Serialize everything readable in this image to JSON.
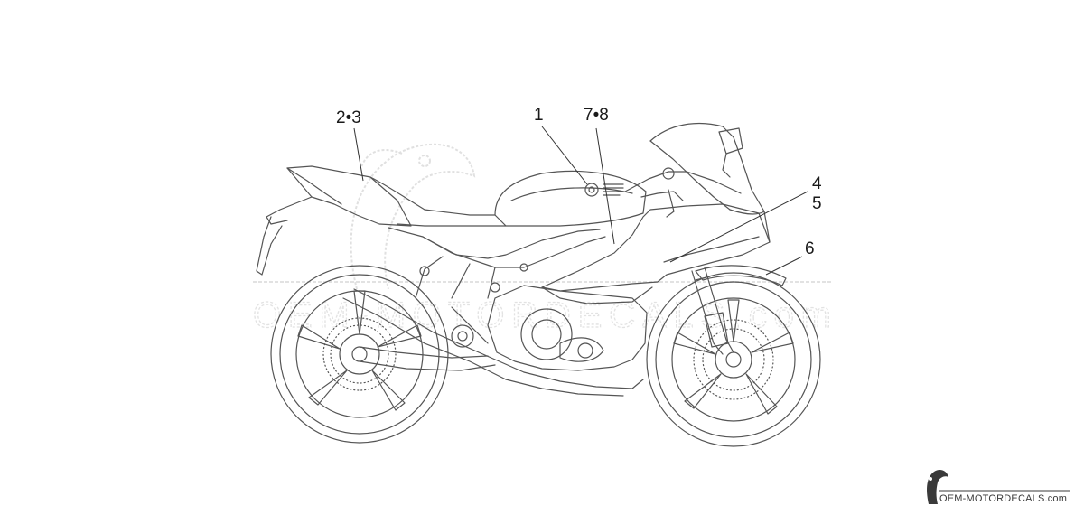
{
  "callouts": {
    "c23": "2•3",
    "c1": "1",
    "c78": "7•8",
    "c4": "4",
    "c5": "5",
    "c6": "6"
  },
  "watermark": {
    "center_text": "OEM-MOTORDECALS.com",
    "url": "OEM-MOTORDECALS.com"
  },
  "colors": {
    "line": "#555555",
    "text": "#1a1a1a",
    "watermark": "#c8c8c8"
  }
}
